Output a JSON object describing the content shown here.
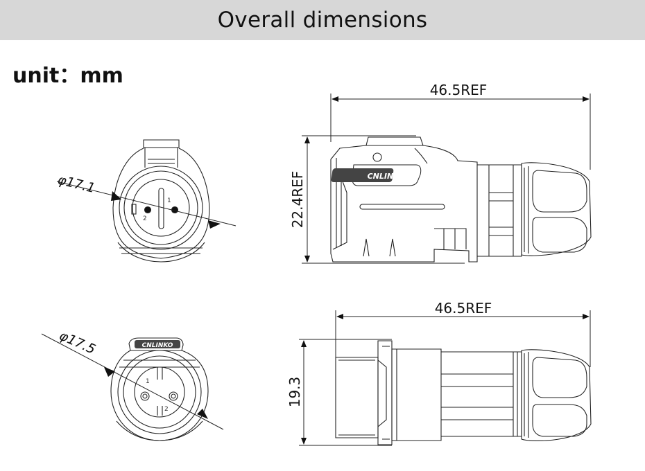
{
  "header": {
    "title": "Overall dimensions"
  },
  "unit": {
    "label": "unit：mm"
  },
  "views": {
    "top_front": {
      "diameter_label": "φ17.1",
      "pin_1": "1",
      "pin_2": "2"
    },
    "top_side": {
      "length_label": "46.5REF",
      "height_label": "22.4REF",
      "brand": "CNLINKO"
    },
    "bottom_front": {
      "diameter_label": "φ17.5",
      "pin_1": "1",
      "pin_2": "2",
      "brand": "CNLINKO"
    },
    "bottom_side": {
      "length_label": "46.5REF",
      "height_label": "19.3"
    }
  },
  "colors": {
    "header_bg": "#d7d7d7",
    "line": "#222222"
  }
}
